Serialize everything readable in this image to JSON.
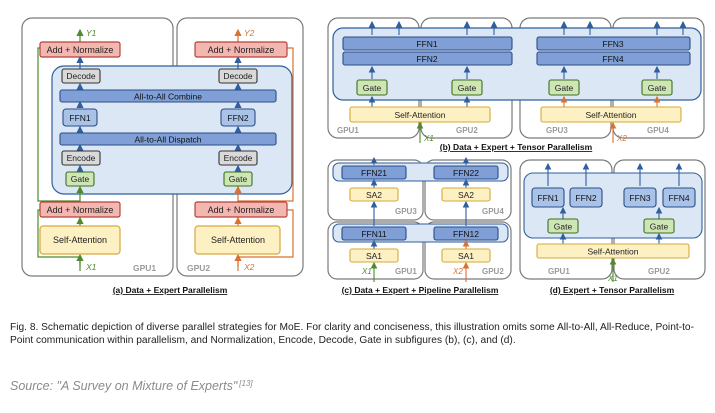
{
  "panel_a": {
    "label": "(a) Data + Expert Parallelism",
    "add_normalize": "Add + Normalize",
    "decode": "Decode",
    "combine": "All-to-All Combine",
    "ffn1": "FFN1",
    "ffn2": "FFN2",
    "dispatch": "All-to-All Dispatch",
    "encode": "Encode",
    "gate": "Gate",
    "self_attention": "Self-Attention",
    "gpu1": "GPU1",
    "gpu2": "GPU2",
    "y1": "Y1",
    "y2": "Y2",
    "x1": "X1",
    "x2": "X2"
  },
  "panel_b": {
    "label": "(b) Data + Expert + Tensor Parallelism",
    "ffn1": "FFN1",
    "ffn2": "FFN2",
    "ffn3": "FFN3",
    "ffn4": "FFN4",
    "gate": "Gate",
    "self_attention": "Self-Attention",
    "gpu1": "GPU1",
    "gpu2": "GPU2",
    "gpu3": "GPU3",
    "gpu4": "GPU4",
    "x1": "X1",
    "x2": "X2"
  },
  "panel_c": {
    "label": "(c) Data + Expert + Pipeline Parallelism",
    "ffn21": "FFN21",
    "ffn22": "FFN22",
    "sa2": "SA2",
    "ffn11": "FFN11",
    "ffn12": "FFN12",
    "sa1": "SA1",
    "gpu1": "GPU1",
    "gpu2": "GPU2",
    "gpu3": "GPU3",
    "gpu4": "GPU4",
    "x1": "X1",
    "x2": "X2"
  },
  "panel_d": {
    "label": "(d) Expert + Tensor Parallelism",
    "ffn1": "FFN1",
    "ffn2": "FFN2",
    "ffn3": "FFN3",
    "ffn4": "FFN4",
    "gate": "Gate",
    "self_attention": "Self-Attention",
    "gpu1": "GPU1",
    "gpu2": "GPU2",
    "x1": "X1"
  },
  "caption": "Fig. 8. Schematic depiction of diverse parallel strategies for MoE. For clarity and conciseness, this illustration omits some All-to-All, All-Reduce, Point-to-Point communication within parallelism, and Normalization, Encode, Decode, Gate in subfigures (b), (c), and (d).",
  "source": {
    "text": "Source: \"A Survey on Mixture of Experts\"",
    "ref": "[13]"
  },
  "colors": {
    "add_normalize": "#f4b6b0",
    "gray_box": "#d9d9d9",
    "blue_bar": "#7f9fd6",
    "blue_box": "#a9c3e8",
    "green": "#cde6b4",
    "yellow": "#fdf0c2",
    "region": "#dbe7f5",
    "green_arrow": "#4f8a2c",
    "orange_arrow": "#d9712f",
    "blue_arrow": "#2f5f9e"
  }
}
